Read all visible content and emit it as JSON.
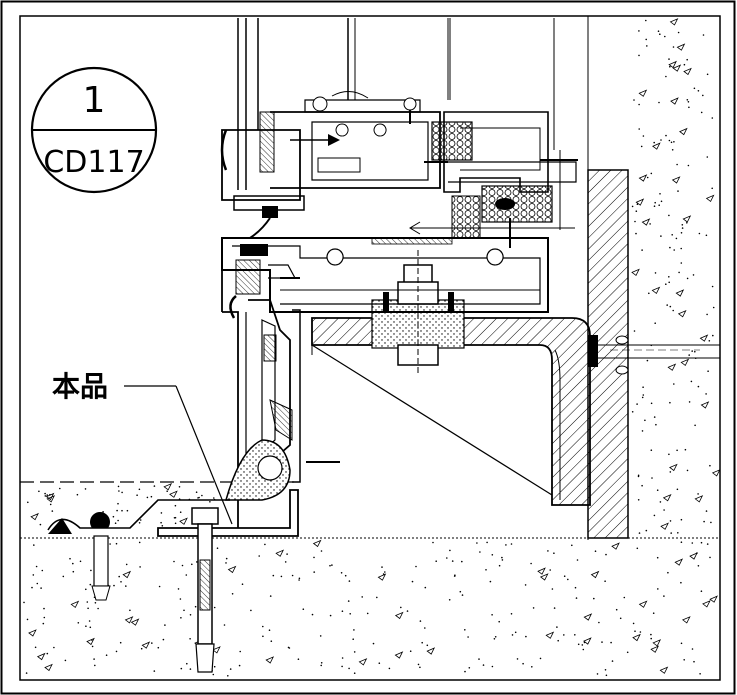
{
  "detail_callout": {
    "number": "1",
    "reference": "CD117"
  },
  "annotation": {
    "label": "本品"
  },
  "colors": {
    "line": "#000000",
    "background": "#ffffff",
    "hatch": "#000000"
  }
}
